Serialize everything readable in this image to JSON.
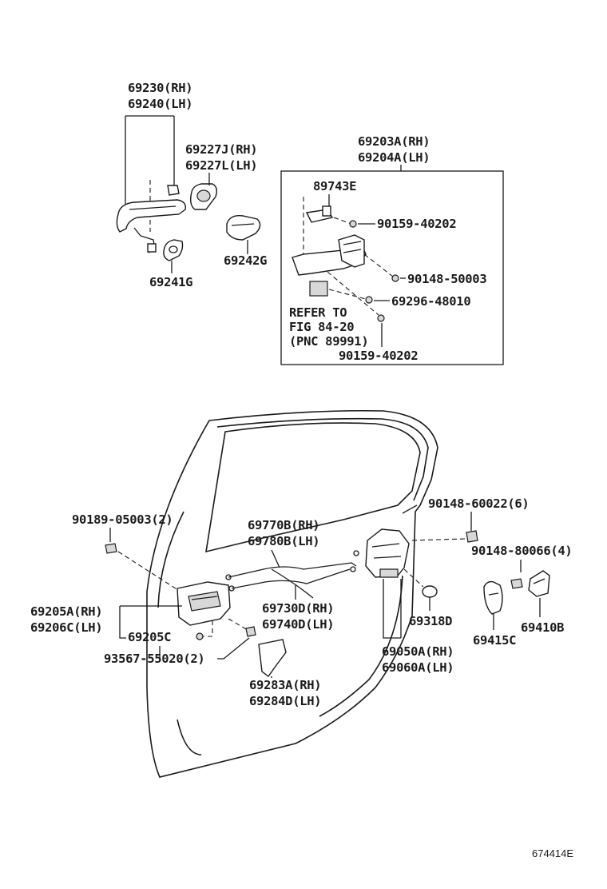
{
  "diagram_code": "674414E",
  "labels": {
    "handle_rh": "69230(RH)",
    "handle_lh": "69240(LH)",
    "pad_rh": "69227J(RH)",
    "pad_lh": "69227L(LH)",
    "pad_69241g": "69241G",
    "pad_69242g": "69242G",
    "frame_rh": "69203A(RH)",
    "frame_lh": "69204A(LH)",
    "p89743e": "89743E",
    "screw_90159_a": "90159-40202",
    "screw_90148_50003": "90148-50003",
    "screw_69296": "69296-48010",
    "refer_1": "REFER TO",
    "refer_2": "FIG 84-20",
    "refer_3": "(PNC 89991)",
    "screw_90159_b": "90159-40202",
    "clip_90189": "90189-05003(2)",
    "screw_90148_60022": "90148-60022(6)",
    "cable_rh": "69770B(RH)",
    "cable_lh": "69780B(LH)",
    "screw_90148_80066": "90148-80066(4)",
    "inner_rh": "69205A(RH)",
    "inner_lh": "69206C(LH)",
    "cable2_rh": "69730D(RH)",
    "cable2_lh": "69740D(LH)",
    "p69318d": "69318D",
    "p69205c": "69205C",
    "p69415c": "69415C",
    "p69410b": "69410B",
    "screw_93567": "93567-55020(2)",
    "lock_rh": "69050A(RH)",
    "lock_lh": "69060A(LH)",
    "bezel_rh": "69283A(RH)",
    "bezel_lh": "69284D(LH)"
  }
}
